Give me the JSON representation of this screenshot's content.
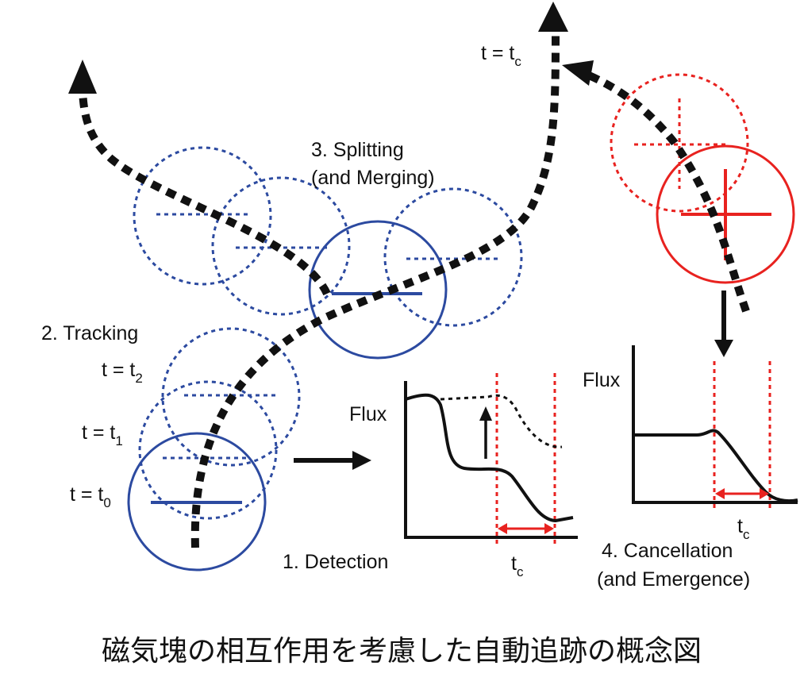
{
  "labels": {
    "splitting": "3. Splitting",
    "merging": "(and Merging)",
    "tracking": "2. Tracking",
    "detection": "1. Detection",
    "cancellation": "4. Cancellation",
    "emergence": "(and  Emergence)",
    "flux_left": "Flux",
    "flux_right": "Flux",
    "t_base": "t = t",
    "sub_c": "c",
    "sub_0": "0",
    "sub_1": "1",
    "sub_2": "2",
    "tc_base": "t",
    "tc_sub": "c"
  },
  "caption": "磁気塊の相互作用を考慮した自動追跡の概念図",
  "colors": {
    "blue": "#2c4aa0",
    "red": "#e8221f",
    "black": "#111111"
  }
}
